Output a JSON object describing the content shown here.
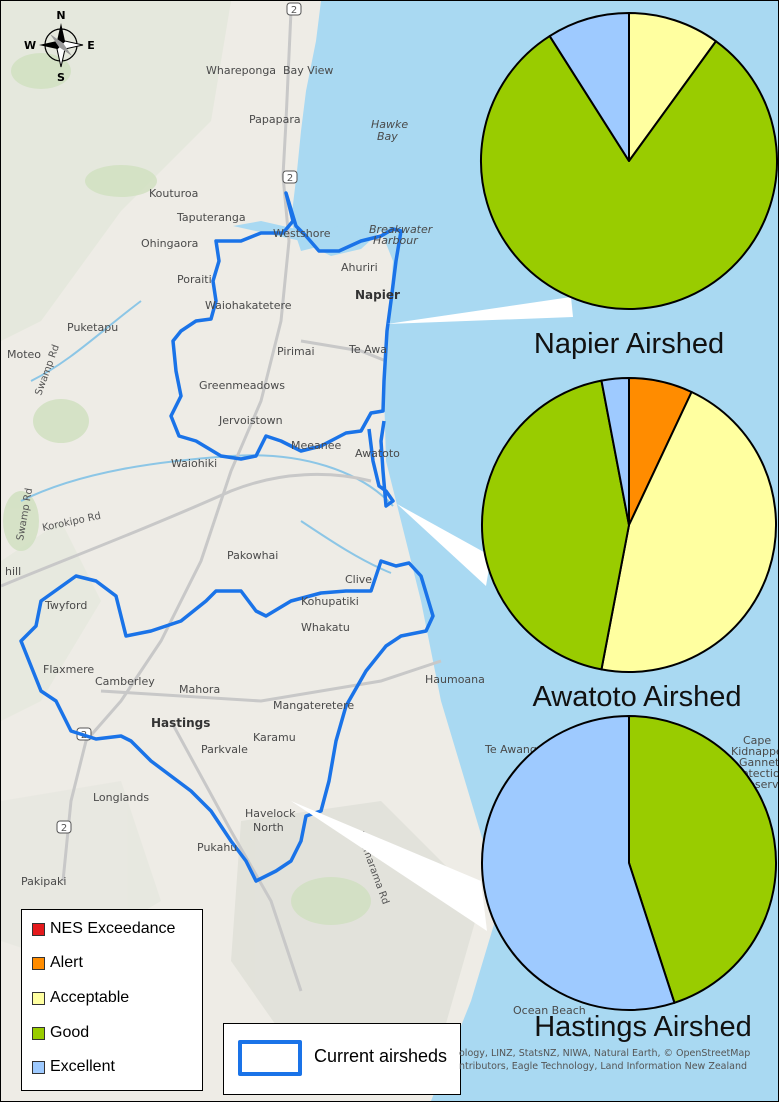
{
  "compass": {
    "north": "N",
    "south": "S",
    "east": "E",
    "west": "W"
  },
  "places": [
    {
      "id": "whareponga",
      "text": "Whareponga"
    },
    {
      "id": "bay-view",
      "text": "Bay View"
    },
    {
      "id": "papapara",
      "text": "Papapara"
    },
    {
      "id": "hawke-bay",
      "text": "Hawke"
    },
    {
      "id": "hawke-bay-2",
      "text": "Bay"
    },
    {
      "id": "kouturoa",
      "text": "Kouturoa"
    },
    {
      "id": "taputeranga",
      "text": "Taputeranga"
    },
    {
      "id": "ohingaora",
      "text": "Ohingaora"
    },
    {
      "id": "westshore",
      "text": "Westshore"
    },
    {
      "id": "breakwater",
      "text": "Breakwater"
    },
    {
      "id": "harbour",
      "text": "Harbour"
    },
    {
      "id": "ahuriri",
      "text": "Ahuriri"
    },
    {
      "id": "poraiti",
      "text": "Poraiti"
    },
    {
      "id": "napier",
      "text": "Napier"
    },
    {
      "id": "waiohakatetere",
      "text": "Waiohakatetere"
    },
    {
      "id": "puketapu",
      "text": "Puketapu"
    },
    {
      "id": "moteo",
      "text": "Moteo"
    },
    {
      "id": "pirimai",
      "text": "Pirimai"
    },
    {
      "id": "te-awa",
      "text": "Te Awa"
    },
    {
      "id": "greenmeadows",
      "text": "Greenmeadows"
    },
    {
      "id": "jervoistown",
      "text": "Jervoistown"
    },
    {
      "id": "meeanee",
      "text": "Meeanee"
    },
    {
      "id": "awatoto",
      "text": "Awatoto"
    },
    {
      "id": "waiohiki",
      "text": "Waiohiki"
    },
    {
      "id": "pakowhai",
      "text": "Pakowhai"
    },
    {
      "id": "clive",
      "text": "Clive"
    },
    {
      "id": "twyford",
      "text": "Twyford"
    },
    {
      "id": "kohupatiki",
      "text": "Kohupatiki"
    },
    {
      "id": "whakatu",
      "text": "Whakatu"
    },
    {
      "id": "haumoana",
      "text": "Haumoana"
    },
    {
      "id": "flaxmere",
      "text": "Flaxmere"
    },
    {
      "id": "camberley",
      "text": "Camberley"
    },
    {
      "id": "mahora",
      "text": "Mahora"
    },
    {
      "id": "mangateretere",
      "text": "Mangateretere"
    },
    {
      "id": "karamu",
      "text": "Karamu"
    },
    {
      "id": "hastings",
      "text": "Hastings"
    },
    {
      "id": "te-awanga",
      "text": "Te Awanga"
    },
    {
      "id": "parkvale",
      "text": "Parkvale"
    },
    {
      "id": "longlands",
      "text": "Longlands"
    },
    {
      "id": "havelock",
      "text": "Havelock"
    },
    {
      "id": "north",
      "text": "North"
    },
    {
      "id": "pukahu",
      "text": "Pukahu"
    },
    {
      "id": "pakipaki",
      "text": "Pakipaki"
    },
    {
      "id": "hill",
      "text": "hill"
    },
    {
      "id": "ocean-beach",
      "text": "Ocean Beach"
    },
    {
      "id": "cape-1",
      "text": "Cape"
    },
    {
      "id": "cape-2",
      "text": "Kidnappers"
    },
    {
      "id": "cape-3",
      "text": "Gannet"
    },
    {
      "id": "cape-4",
      "text": "Protection"
    },
    {
      "id": "cape-5",
      "text": "Reserve"
    }
  ],
  "roads": [
    {
      "id": "swamp-rd",
      "text": "Swamp Rd"
    },
    {
      "id": "swamp-rd-2",
      "text": "Swamp Rd"
    },
    {
      "id": "korokipo-rd",
      "text": "Korokipo Rd"
    },
    {
      "id": "waimarama-rd",
      "text": "Waimarama Rd"
    },
    {
      "id": "sh2-a",
      "text": "2"
    },
    {
      "id": "sh2-b",
      "text": "2"
    },
    {
      "id": "sh2-c",
      "text": "2"
    },
    {
      "id": "sh2-d",
      "text": "2"
    }
  ],
  "colors": {
    "nes_exceedance": "#e41a1c",
    "alert": "#ff8c00",
    "acceptable": "#ffffa0",
    "good": "#99cc00",
    "excellent": "#9ecaff",
    "airshed_border": "#1a73e8",
    "sea": "#a9d9f2"
  },
  "chart_data": [
    {
      "type": "pie",
      "title": "Napier Airshed",
      "slices": [
        {
          "name": "Acceptable",
          "value": 10
        },
        {
          "name": "Good",
          "value": 81
        },
        {
          "name": "Excellent",
          "value": 9
        }
      ]
    },
    {
      "type": "pie",
      "title": "Awatoto Airshed",
      "slices": [
        {
          "name": "Alert",
          "value": 7
        },
        {
          "name": "Acceptable",
          "value": 46
        },
        {
          "name": "Good",
          "value": 44
        },
        {
          "name": "Excellent",
          "value": 3
        }
      ]
    },
    {
      "type": "pie",
      "title": "Hastings Airshed",
      "slices": [
        {
          "name": "Good",
          "value": 45
        },
        {
          "name": "Excellent",
          "value": 55
        }
      ]
    }
  ],
  "legend": {
    "items": [
      {
        "label": "NES Exceedance",
        "color": "#e41a1c"
      },
      {
        "label": "Alert",
        "color": "#ff8c00"
      },
      {
        "label": "Acceptable",
        "color": "#ffffa0"
      },
      {
        "label": "Good",
        "color": "#99cc00"
      },
      {
        "label": "Excellent",
        "color": "#9ecaff"
      }
    ]
  },
  "airshed_legend": {
    "label": "Current airsheds"
  },
  "attribution": {
    "line1": "ology, LINZ, StatsNZ, NIWA, Natural Earth, © OpenStreetMap",
    "line2": "ntributors, Eagle Technology, Land Information New Zealand"
  }
}
